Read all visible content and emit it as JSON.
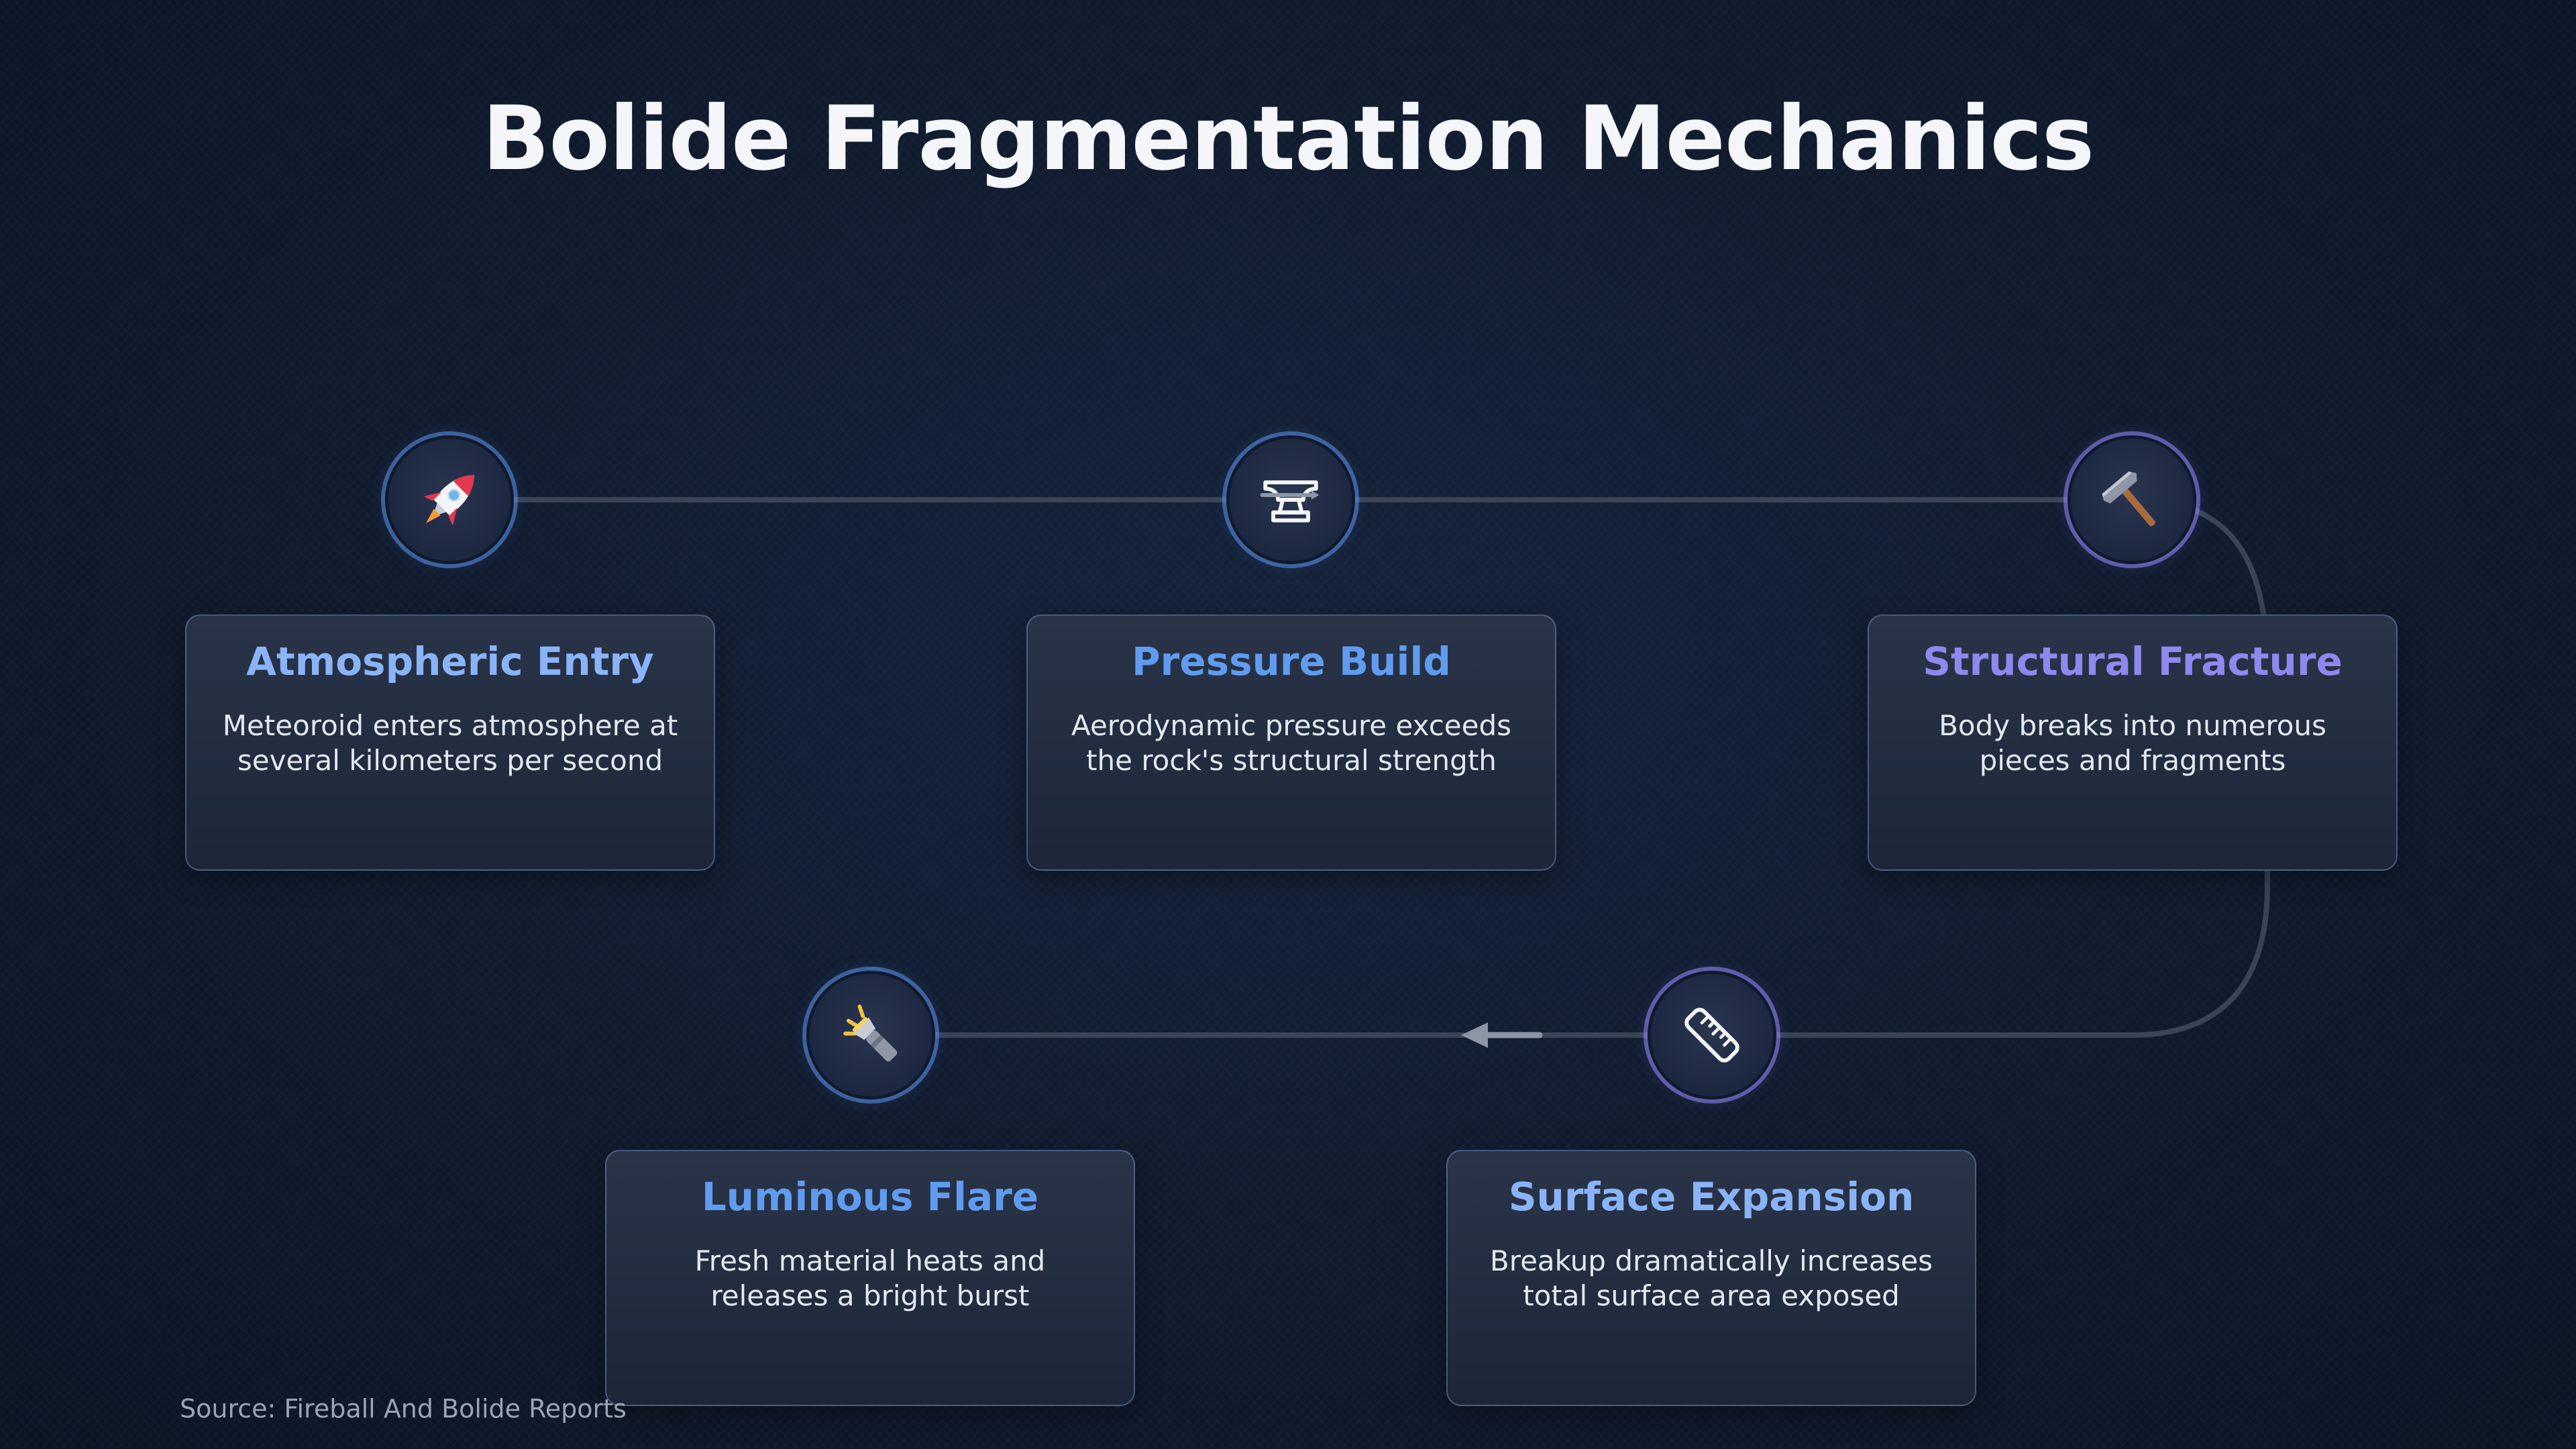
{
  "title": "Bolide Fragmentation Mechanics",
  "source": "Source: Fireball And Bolide Reports",
  "steps": [
    {
      "title": "Atmospheric Entry",
      "description": "Meteoroid enters atmosphere at several kilometers per second",
      "icon": "rocket-icon",
      "title_color": "#8ab4f8"
    },
    {
      "title": "Pressure Build",
      "description": "Aerodynamic pressure exceeds the rock's structural strength",
      "icon": "anvil-icon",
      "title_color": "#5f9cf0"
    },
    {
      "title": "Structural Fracture",
      "description": "Body breaks into numerous pieces and fragments",
      "icon": "hammer-icon",
      "title_color": "#8f88ee"
    },
    {
      "title": "Surface Expansion",
      "description": "Breakup dramatically increases total surface area exposed",
      "icon": "ruler-icon",
      "title_color": "#8ab4f8"
    },
    {
      "title": "Luminous Flare",
      "description": "Fresh material heats and releases a bright burst",
      "icon": "flashlight-icon",
      "title_color": "#5f9cf0"
    }
  ],
  "colors": {
    "background": "#0f1a2d",
    "connector": "#3a4456",
    "ring_blue": "#5f91eb",
    "ring_violet": "#8c82f0"
  }
}
